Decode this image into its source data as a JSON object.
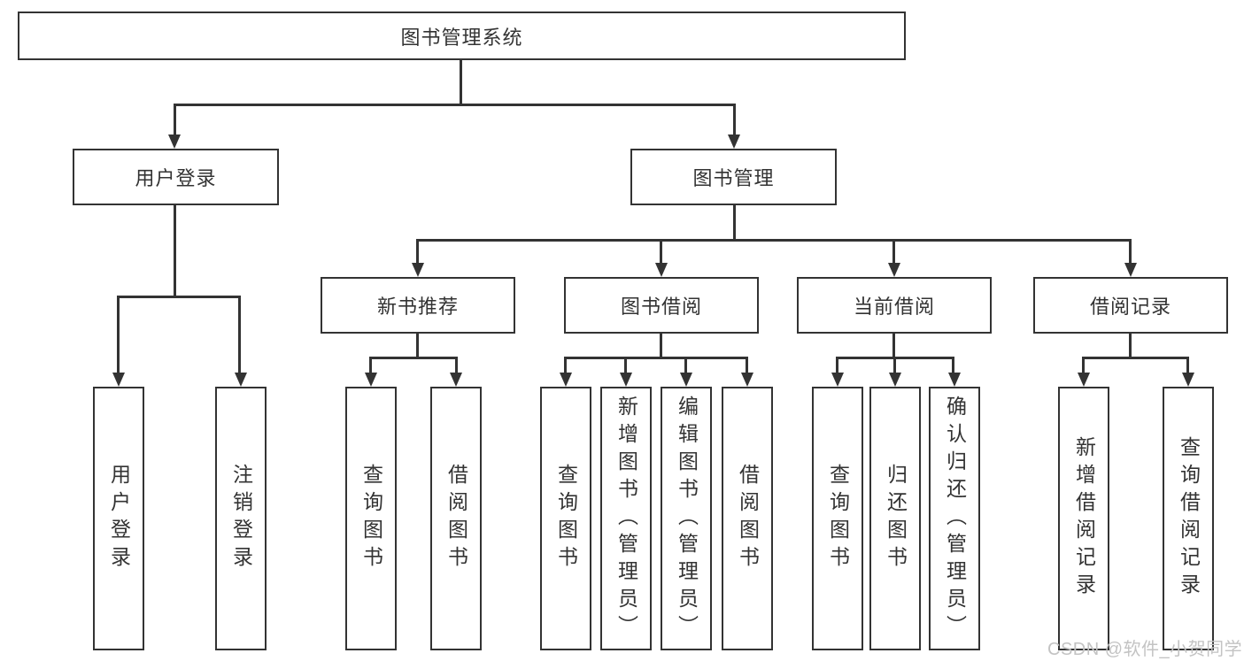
{
  "diagram": {
    "root_label": "图书管理系统",
    "level2": {
      "user_login": "用户登录",
      "book_mgmt": "图书管理"
    },
    "level3": {
      "new_books": "新书推荐",
      "book_borrow": "图书借阅",
      "current_borrow": "当前借阅",
      "borrow_records": "借阅记录"
    },
    "leaves": {
      "login": "用户登录",
      "logout": "注销登录",
      "nb_query": "查询图书",
      "nb_borrow": "借阅图书",
      "bb_query": "查询图书",
      "bb_add": "新增图书（管理员）",
      "bb_edit": "编辑图书（管理员）",
      "bb_borrow": "借阅图书",
      "cb_query": "查询图书",
      "cb_return": "归还图书",
      "cb_confirm": "确认归还（管理员）",
      "br_add": "新增借阅记录",
      "br_query": "查询借阅记录"
    },
    "watermark": "CSDN @软件_小贺同学",
    "colors": {
      "line": "#333333",
      "text": "#333333",
      "background": "#ffffff",
      "watermark": "#c3c3c3"
    }
  }
}
